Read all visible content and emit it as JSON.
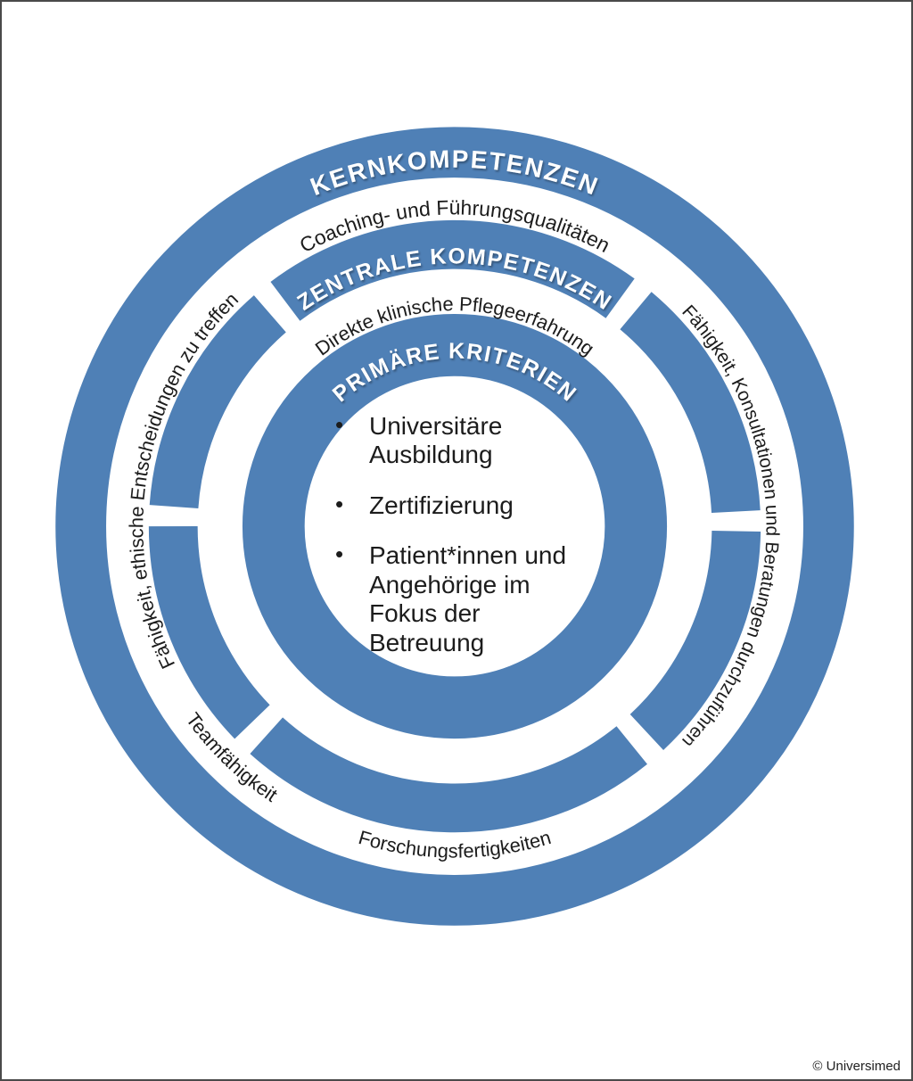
{
  "diagram": {
    "outer_ring_title": "KERNKOMPETENZEN",
    "middle_ring_title": "ZENTRALE KOMPETENZEN",
    "inner_ring_title": "PRIMÄRE KRITERIEN",
    "band_labels": {
      "top": "Coaching- und Führungsqualitäten",
      "inner_top": "Direkte klinische Pflegeerfahrung",
      "left": "Fähigkeit, ethische Entscheidungen zu treffen",
      "right": "Fähigkeit, Konsultationen und Beratungen durchzuführen",
      "bottom_left": "Teamfähigkeit",
      "bottom": "Forschungsfertigkeiten"
    },
    "center_bullets": [
      "Universitäre Ausbildung",
      "Zertifizierung",
      "Patient*innen und Angehörige im Fokus der Betreuung"
    ],
    "bullet_glyph": "•",
    "colors": {
      "ring_blue": "#4F80B6",
      "title_white": "#FFFFFF",
      "label_black": "#1C1C1C",
      "frame_border": "#4A4A4A"
    }
  },
  "footer": {
    "credit": "© Universimed"
  }
}
